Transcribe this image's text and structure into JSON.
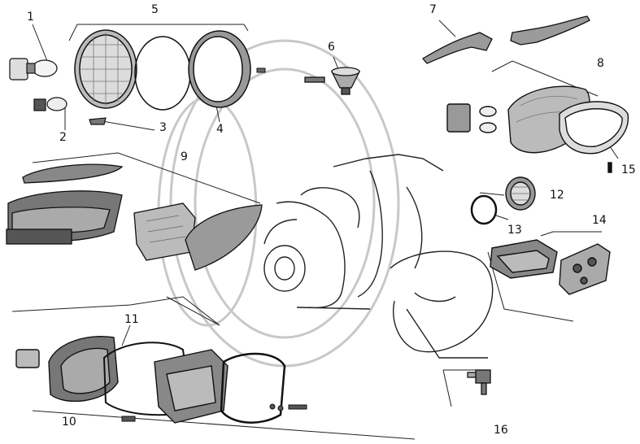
{
  "callouts": [
    {
      "id": "c1",
      "text": "1"
    },
    {
      "id": "c2",
      "text": "2"
    },
    {
      "id": "c3",
      "text": "3"
    },
    {
      "id": "c4",
      "text": "4"
    },
    {
      "id": "c5",
      "text": "5"
    },
    {
      "id": "c6",
      "text": "6"
    },
    {
      "id": "c7",
      "text": "7"
    },
    {
      "id": "c8",
      "text": "8"
    },
    {
      "id": "c9",
      "text": "9"
    },
    {
      "id": "c10",
      "text": "10"
    },
    {
      "id": "c11",
      "text": "11"
    },
    {
      "id": "c12",
      "text": "12"
    },
    {
      "id": "c13",
      "text": "13"
    },
    {
      "id": "c14",
      "text": "14"
    },
    {
      "id": "c15",
      "text": "15"
    },
    {
      "id": "c16",
      "text": "16"
    }
  ],
  "colors": {
    "ink": "#1a1a1a",
    "faint": "#bdbdbd",
    "paper": "#ffffff"
  }
}
